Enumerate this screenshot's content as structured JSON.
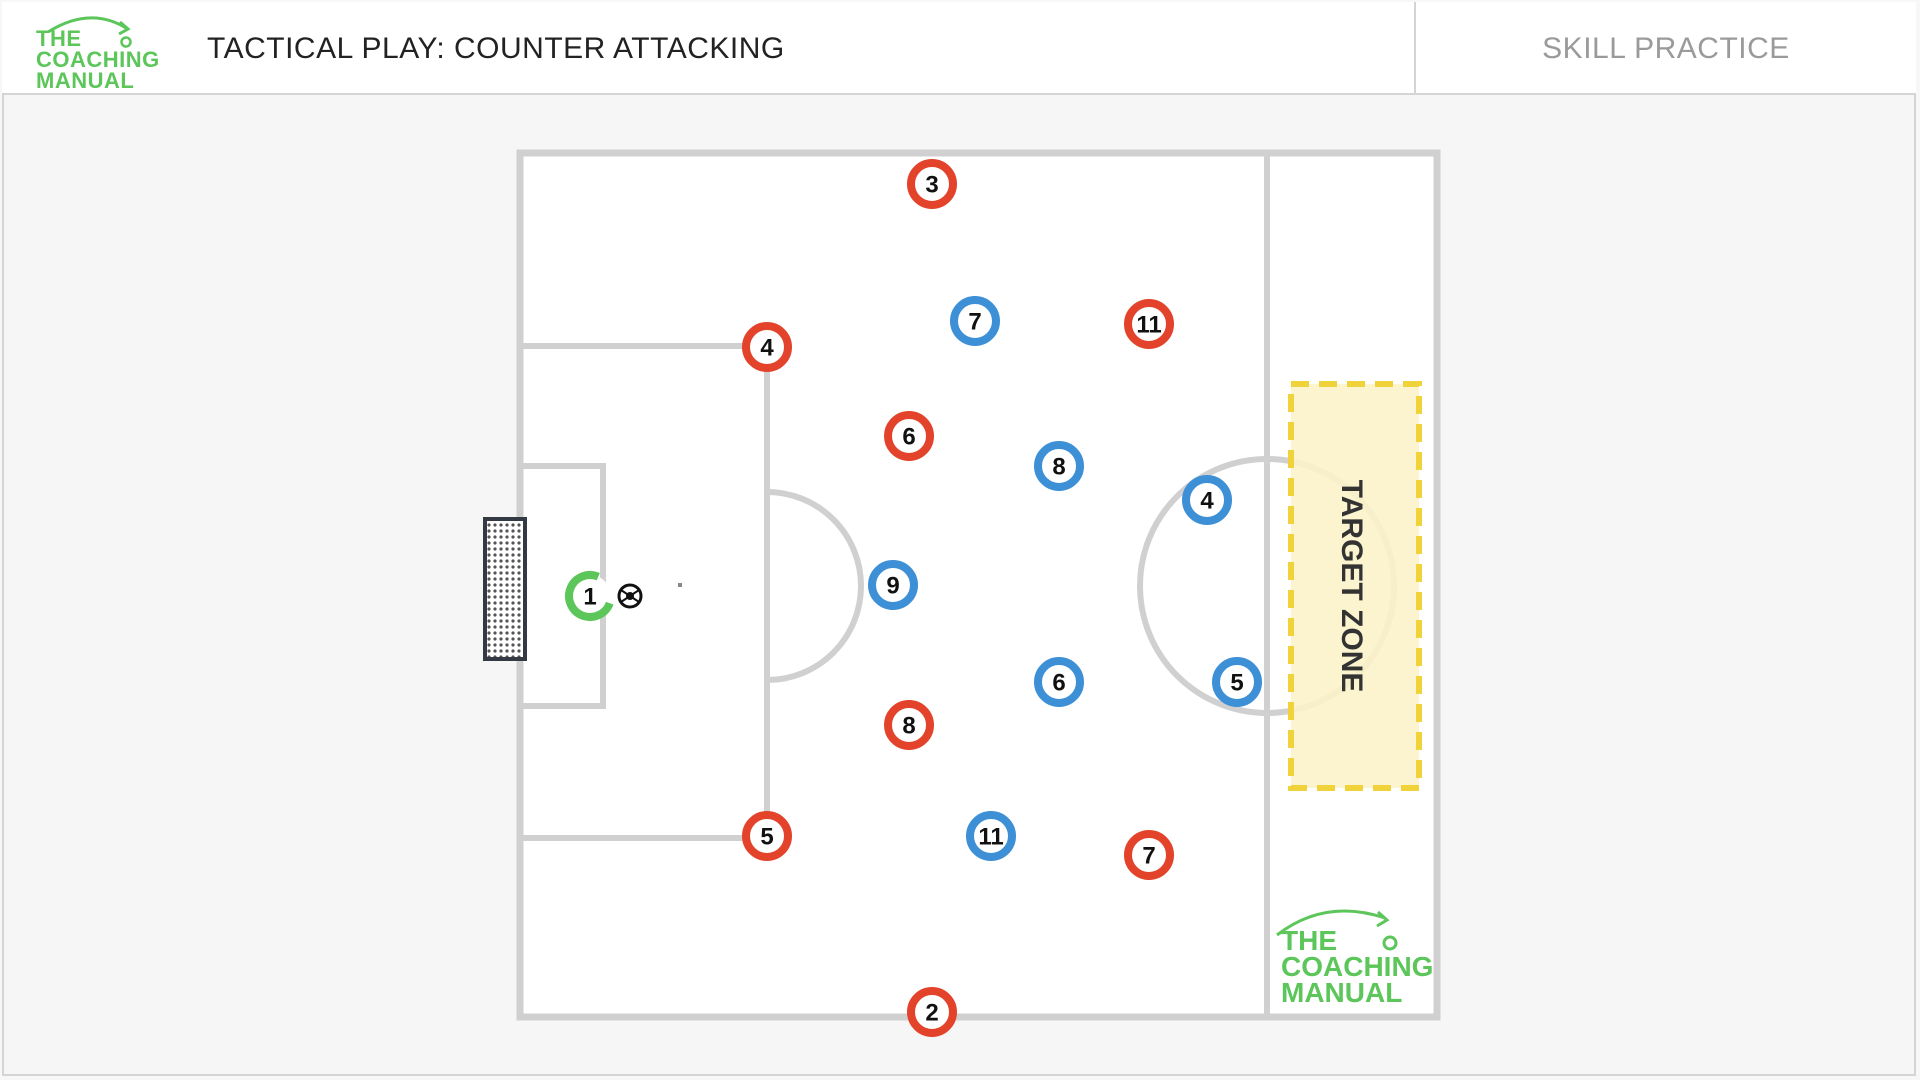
{
  "header": {
    "logo_lines": [
      "THE",
      "COACHING",
      "MANUAL"
    ],
    "title": "TACTICAL PLAY: COUNTER ATTACKING",
    "category": "SKILL PRACTICE"
  },
  "diagram": {
    "target_zone_label": "TARGET ZONE",
    "watermark_lines": [
      "THE",
      "COACHING",
      "MANUAL"
    ],
    "colors": {
      "red_team": "#e2432a",
      "blue_team": "#3d8fd6",
      "goalkeeper": "#5cc65a",
      "lines": "#d0d0d0",
      "target_zone_fill": "#fbf3c8",
      "target_zone_border": "#f0d23a"
    },
    "players": [
      {
        "team": "red",
        "number": "3"
      },
      {
        "team": "red",
        "number": "4"
      },
      {
        "team": "red",
        "number": "11"
      },
      {
        "team": "red",
        "number": "6"
      },
      {
        "team": "red",
        "number": "8"
      },
      {
        "team": "red",
        "number": "5"
      },
      {
        "team": "red",
        "number": "7"
      },
      {
        "team": "red",
        "number": "2"
      },
      {
        "team": "blue",
        "number": "7"
      },
      {
        "team": "blue",
        "number": "8"
      },
      {
        "team": "blue",
        "number": "4"
      },
      {
        "team": "blue",
        "number": "9"
      },
      {
        "team": "blue",
        "number": "6"
      },
      {
        "team": "blue",
        "number": "5"
      },
      {
        "team": "blue",
        "number": "11"
      },
      {
        "team": "goalkeeper",
        "number": "1"
      }
    ]
  }
}
